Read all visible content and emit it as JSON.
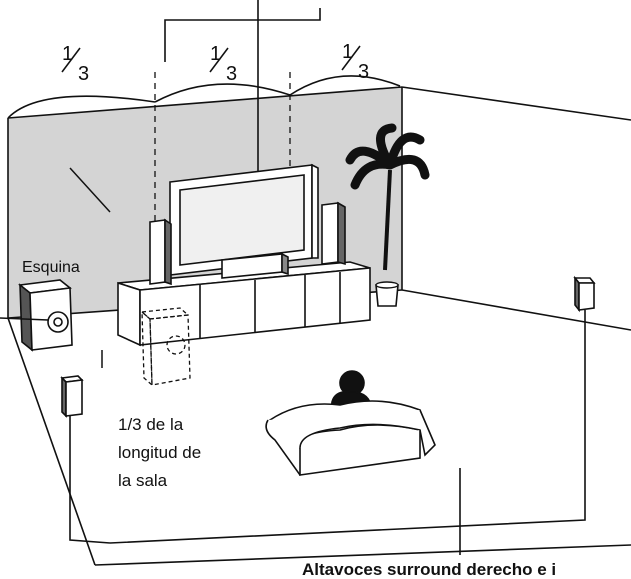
{
  "fractions": {
    "left": {
      "num": "1",
      "den": "3"
    },
    "center": {
      "num": "1",
      "den": "3"
    },
    "right": {
      "num": "1",
      "den": "3"
    }
  },
  "labels": {
    "corner": "Esquina",
    "subwoofer_position_line1": "1/3 de la",
    "subwoofer_position_line2": "longitud de",
    "subwoofer_position_line3": "la sala",
    "surround_speakers": "Altavoces surround derecho e i"
  },
  "colors": {
    "wall_shade": "#d4d4d4",
    "line": "#111111",
    "text": "#111111"
  }
}
